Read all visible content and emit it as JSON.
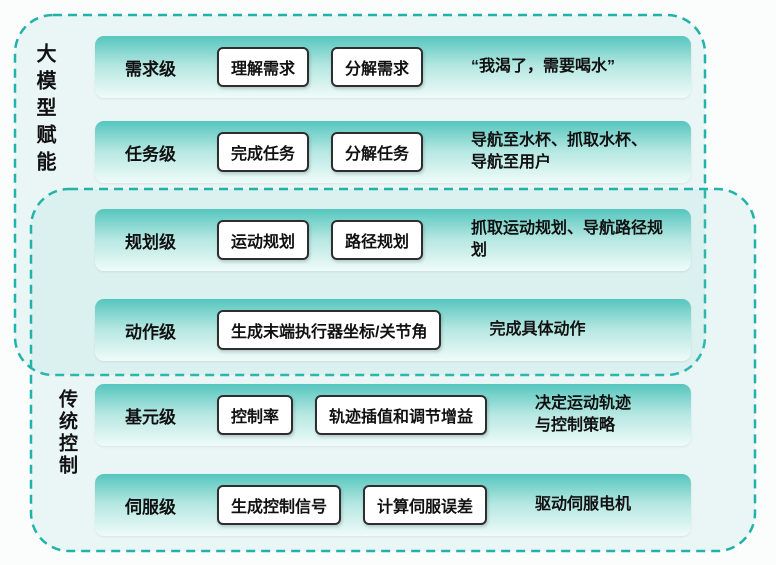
{
  "colors": {
    "dashed_border": "#21b2a9",
    "region_fill": "rgba(120,205,198,0.13)",
    "bar_top": "#55c6be",
    "bar_mid": "#b5e7e1",
    "bar_bottom": "#effbf9",
    "box_border": "#2e2e2e",
    "text": "#111111"
  },
  "regions": {
    "llm": {
      "label": "大模型赋能"
    },
    "traditional": {
      "label": "传统控制"
    }
  },
  "rows": [
    {
      "level": "需求级",
      "boxes": [
        "理解需求",
        "分解需求"
      ],
      "note": "“我渴了，需要喝水”"
    },
    {
      "level": "任务级",
      "boxes": [
        "完成任务",
        "分解任务"
      ],
      "note": "导航至水杯、抓取水杯、\n导航至用户"
    },
    {
      "level": "规划级",
      "boxes": [
        "运动规划",
        "路径规划"
      ],
      "note": "抓取运动规划、导航路径规\n划"
    },
    {
      "level": "动作级",
      "boxes": [
        "生成末端执行器坐标/关节角"
      ],
      "note": "完成具体动作"
    },
    {
      "level": "基元级",
      "boxes": [
        "控制率",
        "轨迹插值和调节增益"
      ],
      "note": "决定运动轨迹\n与控制策略"
    },
    {
      "level": "伺服级",
      "boxes": [
        "生成控制信号",
        "计算伺服误差"
      ],
      "note": "驱动伺服电机"
    }
  ]
}
